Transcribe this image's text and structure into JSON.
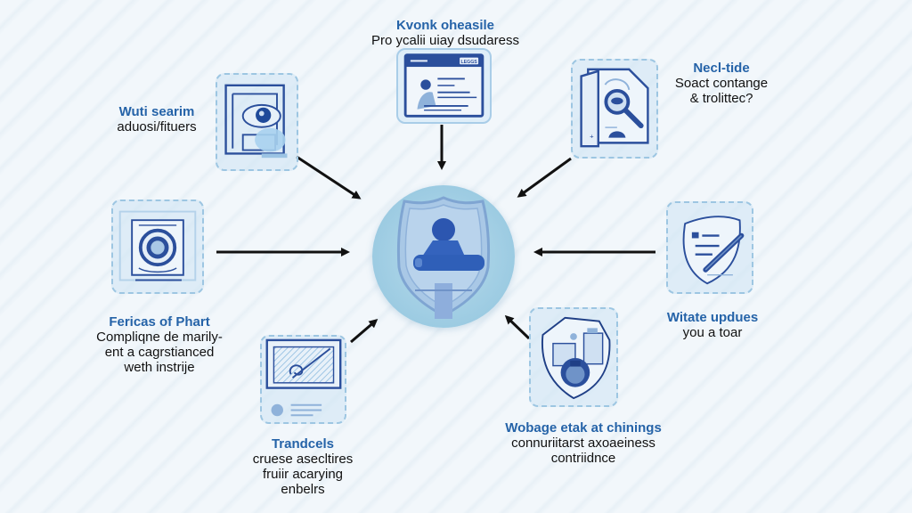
{
  "diagram": {
    "hub": {
      "icon": "shield-user-icon"
    },
    "nodes": [
      {
        "id": "top-left",
        "icon": "eye-document-magnifier-icon",
        "title": "Wuti searim",
        "desc": [
          "aduosi/fituers"
        ]
      },
      {
        "id": "top-center",
        "icon": "browser-profile-icon",
        "title": "Kvonk oheasile",
        "desc": [
          "Pro ycalii uiay dsudaress"
        ],
        "button_text": "LEGGS"
      },
      {
        "id": "top-right",
        "icon": "document-search-icon",
        "title": "Necl-tide",
        "desc": [
          "Soact contange",
          "& trolittec?"
        ]
      },
      {
        "id": "middle-left",
        "icon": "seal-certificate-icon",
        "title": "Fericas of Phart",
        "desc": [
          "Compliqne de marily-",
          "ent a cagrstianced",
          "weth instrije"
        ]
      },
      {
        "id": "middle-right",
        "icon": "shield-pen-icon",
        "title": "Witate updues",
        "desc": [
          "you a toar"
        ]
      },
      {
        "id": "bottom-left",
        "icon": "signed-document-icon",
        "title": "Trandcels",
        "desc": [
          "cruese asecltires",
          "fruiir acarying",
          "enbelrs"
        ]
      },
      {
        "id": "bottom-right",
        "icon": "shield-devices-icon",
        "title": "Wobage etak at chinings",
        "desc": [
          "connuriitarst axoaeiness",
          "contriidnce"
        ]
      }
    ],
    "colors": {
      "accent": "#2563a8",
      "icon_stroke": "#2b4f9c",
      "card_fill": "#cde4f4",
      "card_border": "#9dc6e2",
      "hub_fill": "#9ccbe2",
      "arrow": "#111111"
    }
  }
}
